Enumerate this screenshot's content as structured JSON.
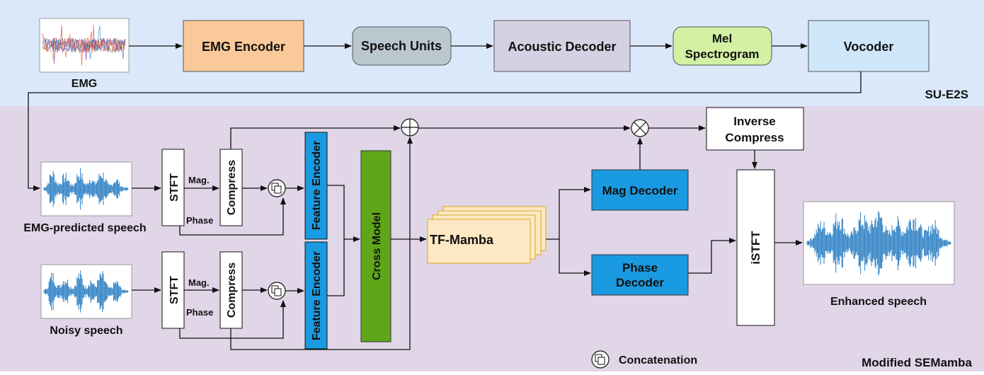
{
  "sections": {
    "top": "SU-E2S",
    "bottom": "Modified SEMamba"
  },
  "top_row": {
    "emg_label": "EMG",
    "emg_encoder": "EMG Encoder",
    "speech_units": "Speech Units",
    "acoustic_decoder": "Acoustic Decoder",
    "mel_line1": "Mel",
    "mel_line2": "Spectrogram",
    "vocoder": "Vocoder"
  },
  "upper_branch": {
    "waveform_label": "EMG-predicted speech",
    "stft": "STFT",
    "mag": "Mag.",
    "phase": "Phase",
    "compress": "Compress",
    "feature_encoder": "Feature Encoder"
  },
  "lower_branch": {
    "waveform_label": "Noisy speech",
    "stft": "STFT",
    "mag": "Mag.",
    "phase": "Phase",
    "compress": "Compress",
    "feature_encoder": "Feature Encoder"
  },
  "core": {
    "cross_model": "Cross Model",
    "tf_mamba": "TF-Mamba",
    "mag_decoder": "Mag Decoder",
    "phase_decoder_line1": "Phase",
    "phase_decoder_line2": "Decoder",
    "inverse_line1": "Inverse",
    "inverse_line2": "Compress",
    "istft": "iSTFT",
    "output_label": "Enhanced speech"
  },
  "legend": {
    "concat": "Concatenation"
  },
  "colors": {
    "top_bg": "#dbe8fa",
    "bottom_bg": "#e1d5e8",
    "emg_encoder": "#fac999",
    "speech_units": "#bac7cf",
    "acoustic_decoder": "#d6d0e3",
    "mel": "#d3f0a3",
    "vocoder": "#cfe6fb",
    "feature_encoder": "#1a9ae0",
    "cross_model": "#5fa618",
    "tf_mamba": "#fde8c3",
    "decoder": "#1a9ae0",
    "waveform": "#2a7fc5"
  }
}
